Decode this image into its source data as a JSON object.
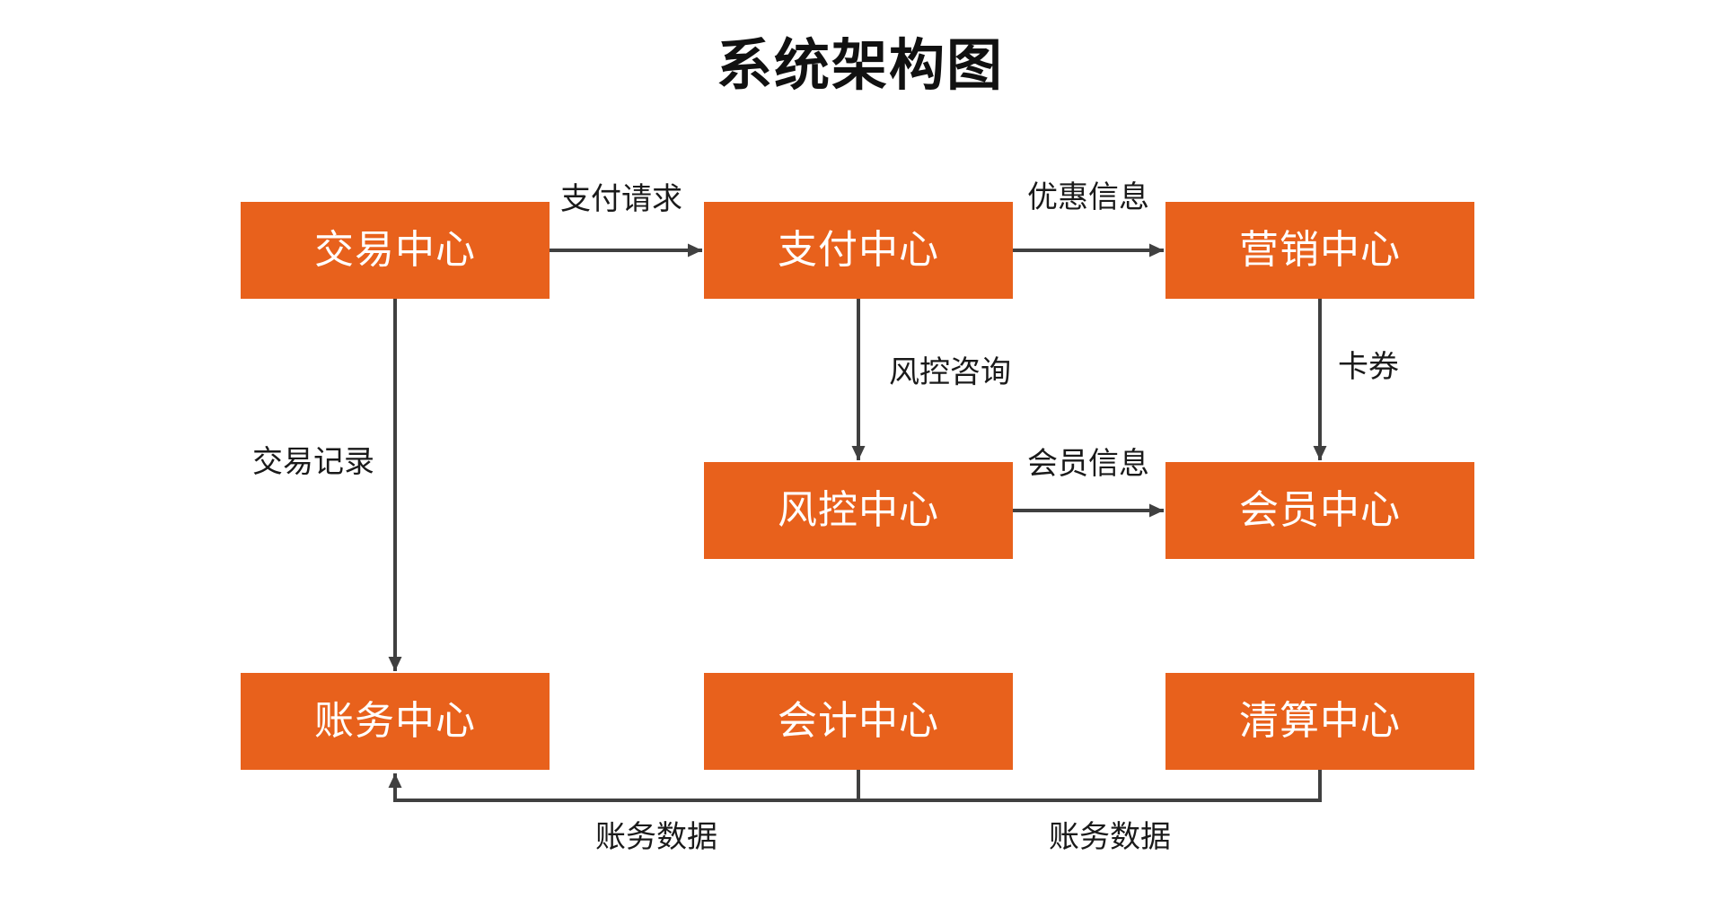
{
  "diagram": {
    "title": "系统架构图",
    "colors": {
      "node_fill": "#E8611C",
      "node_text": "#FFFFFF",
      "arrow": "#404040",
      "label_text": "#1A1A1A",
      "background": "#FFFFFF"
    },
    "nodes": [
      {
        "id": "trade",
        "label": "交易中心"
      },
      {
        "id": "payment",
        "label": "支付中心"
      },
      {
        "id": "marketing",
        "label": "营销中心"
      },
      {
        "id": "risk",
        "label": "风控中心"
      },
      {
        "id": "member",
        "label": "会员中心"
      },
      {
        "id": "account",
        "label": "账务中心"
      },
      {
        "id": "accounting",
        "label": "会计中心"
      },
      {
        "id": "clearing",
        "label": "清算中心"
      }
    ],
    "edges": [
      {
        "from": "trade",
        "to": "payment",
        "label": "支付请求"
      },
      {
        "from": "payment",
        "to": "marketing",
        "label": "优惠信息"
      },
      {
        "from": "payment",
        "to": "risk",
        "label": "风控咨询"
      },
      {
        "from": "marketing",
        "to": "member",
        "label": "卡券"
      },
      {
        "from": "risk",
        "to": "member",
        "label": "会员信息"
      },
      {
        "from": "trade",
        "to": "account",
        "label": "交易记录"
      },
      {
        "from": "accounting",
        "to": "account",
        "label": "账务数据"
      },
      {
        "from": "clearing",
        "to": "account",
        "label": "账务数据"
      }
    ]
  }
}
